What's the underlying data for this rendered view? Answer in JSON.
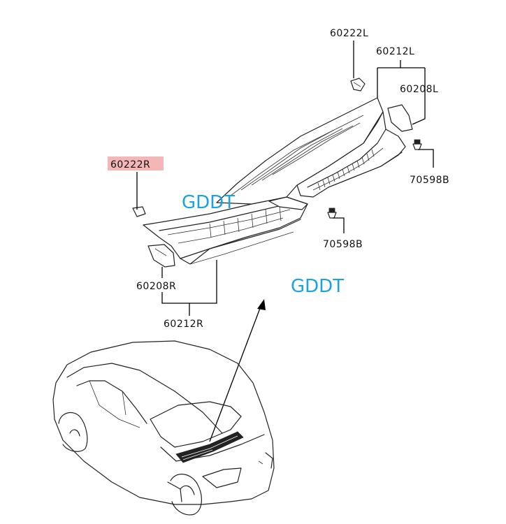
{
  "parts": {
    "p60222L": "60222L",
    "p60212L": "60212L",
    "p60208L": "60208L",
    "p70598B_right": "70598B",
    "p60222R": "60222R",
    "p70598B_mid": "70598B",
    "p60208R": "60208R",
    "p60212R": "60212R"
  },
  "watermarks": {
    "w1": "GDDT",
    "w2": "GDDT"
  },
  "highlight_color": "#f4b6b6",
  "watermark_color": "#1aa3e0"
}
